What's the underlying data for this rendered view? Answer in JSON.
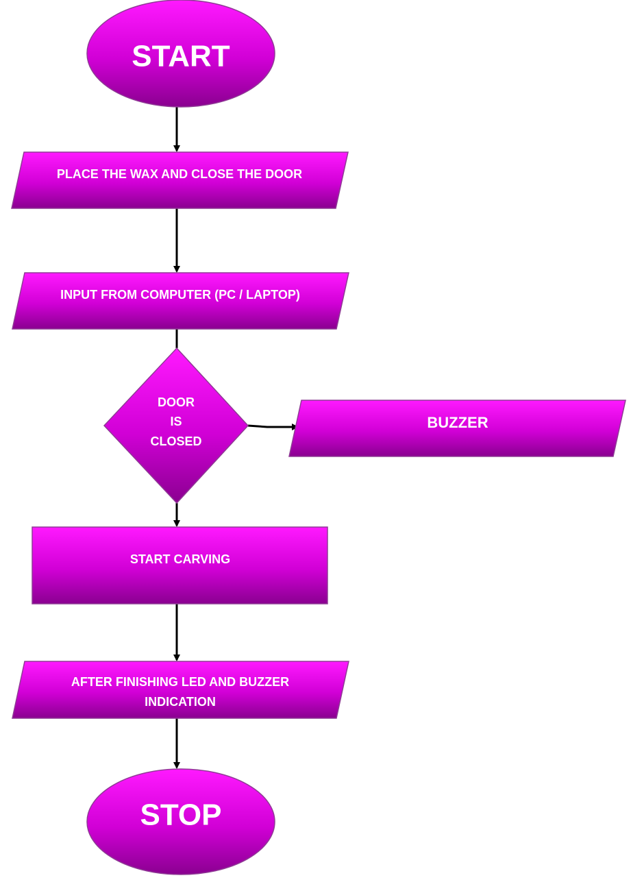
{
  "flowchart": {
    "start": "START",
    "step1": "PLACE THE WAX AND CLOSE THE DOOR",
    "step2": "INPUT FROM COMPUTER (PC / LAPTOP)",
    "decision": {
      "line1": "DOOR",
      "line2": "IS",
      "line3": "CLOSED"
    },
    "alarm": "BUZZER",
    "step3": "START CARVING",
    "step4": {
      "line1": "AFTER FINISHING LED AND BUZZER",
      "line2": "INDICATION"
    },
    "stop": "STOP"
  },
  "colors": {
    "shape_top": "#ff19ff",
    "shape_bottom": "#8a0090",
    "stroke": "#8f3a95",
    "text": "#ffffff",
    "connector": "#000000"
  }
}
